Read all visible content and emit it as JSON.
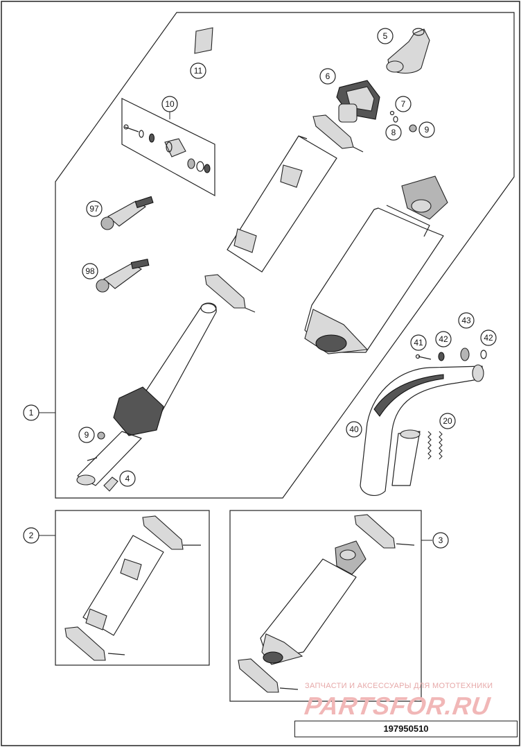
{
  "callouts": {
    "c1": "1",
    "c2": "2",
    "c3": "3",
    "c4": "4",
    "c5": "5",
    "c6": "6",
    "c7": "7",
    "c8": "8",
    "c9a": "9",
    "c9b": "9",
    "c10": "10",
    "c11": "11",
    "c20": "20",
    "c40": "40",
    "c41": "41",
    "c42a": "42",
    "c42b": "42",
    "c43": "43",
    "c97": "97",
    "c98": "98"
  },
  "footer": {
    "doc_number": "197950510"
  },
  "watermark": {
    "caption": "ЗАПЧАСТИ И АКСЕССУАРЫ ДЛЯ МОТОТЕХНИКИ",
    "brand": "PARTSFOR.RU"
  },
  "colors": {
    "line": "#222222",
    "shade": "#b5b5b5",
    "watermark": "#f1b7b7"
  }
}
